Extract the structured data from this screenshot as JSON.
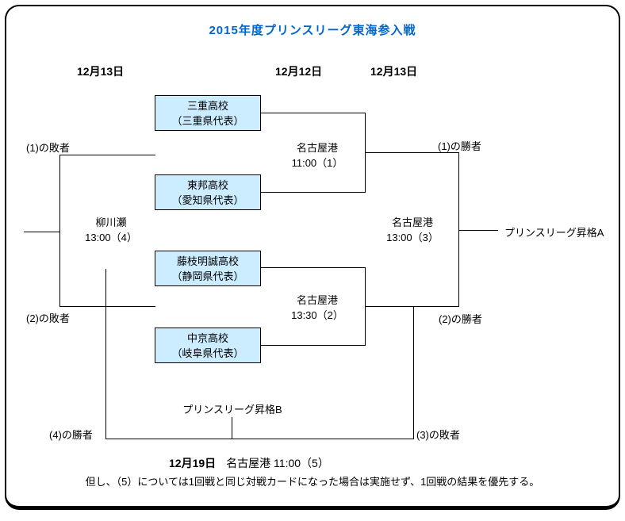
{
  "title": "2015年度プリンスリーグ東海参入戦",
  "date_headers": [
    "12月13日",
    "12月12日",
    "12月13日"
  ],
  "teams": [
    {
      "name": "三重高校",
      "rep": "（三重県代表）"
    },
    {
      "name": "東邦高校",
      "rep": "（愛知県代表）"
    },
    {
      "name": "藤枝明誠高校",
      "rep": "（静岡県代表）"
    },
    {
      "name": "中京高校",
      "rep": "（岐阜県代表）"
    }
  ],
  "matches": {
    "m1": {
      "venue": "名古屋港",
      "time": "11:00（1）"
    },
    "m2": {
      "venue": "名古屋港",
      "time": "13:30（2）"
    },
    "m3": {
      "venue": "名古屋港",
      "time": "13:00（3）"
    },
    "m4": {
      "venue": "柳川瀬",
      "time": "13:00（4）"
    }
  },
  "labels": {
    "loser1": "(1)の敗者",
    "loser2": "(2)の敗者",
    "winner1": "(1)の勝者",
    "winner2": "(2)の勝者",
    "winner4": "(4)の勝者",
    "loser3": "(3)の敗者",
    "promotion_a": "プリンスリーグ昇格A",
    "promotion_b": "プリンスリーグ昇格B"
  },
  "match5": {
    "date": "12月19日",
    "venue_time": "名古屋港 11:00（5）"
  },
  "note": "但し、（5）については1回戦と同じ対戦カードになった場合は実施せず、1回戦の結果を優先する。",
  "colors": {
    "title_text": "#0066CC",
    "team_box_fill": "#CCECFF",
    "line": "#000000",
    "background": "#FFFFFF"
  }
}
